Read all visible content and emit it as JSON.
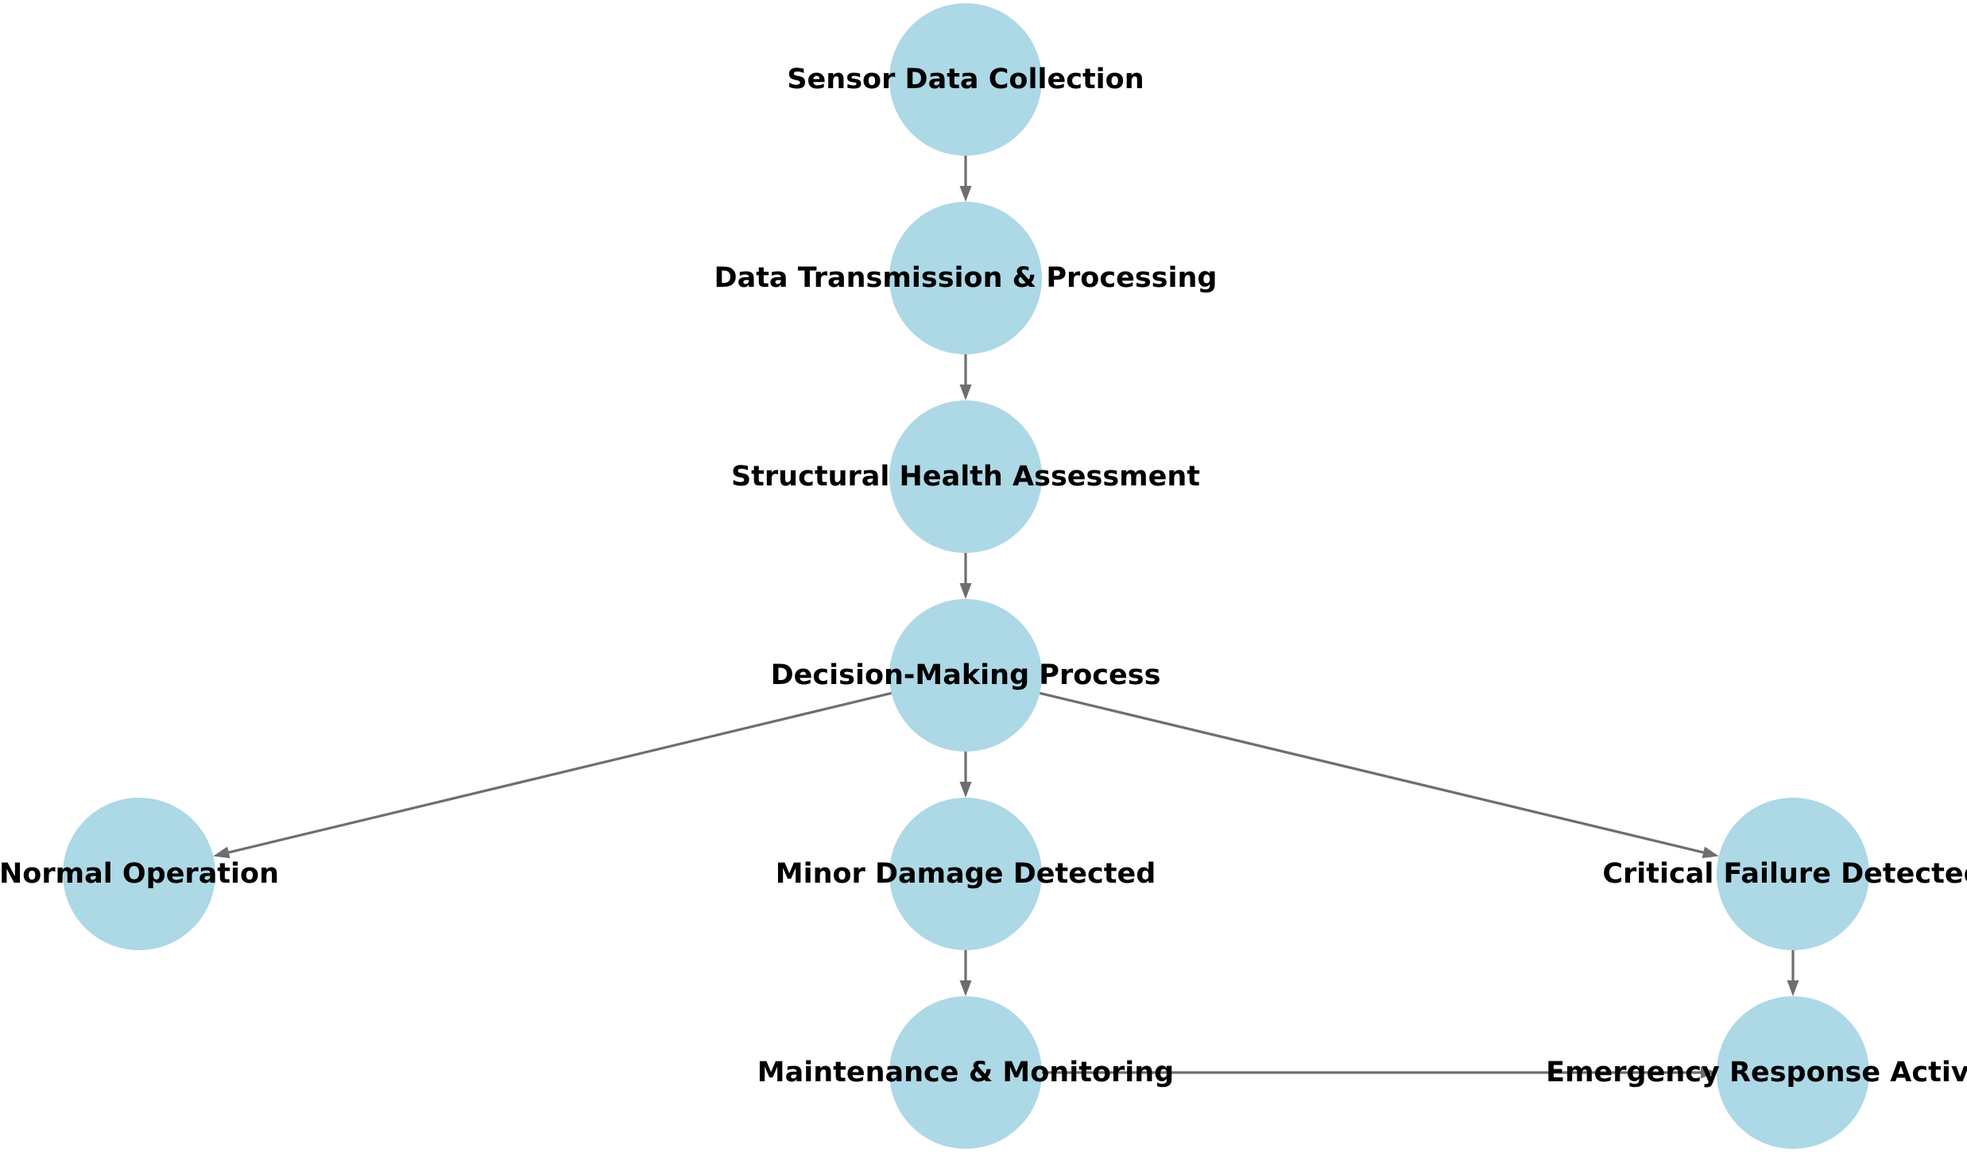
{
  "diagram": {
    "nodes": [
      {
        "id": "sensor",
        "label": "Sensor Data Collection"
      },
      {
        "id": "transmission",
        "label": "Data Transmission & Processing"
      },
      {
        "id": "assessment",
        "label": "Structural Health Assessment"
      },
      {
        "id": "decision",
        "label": "Decision-Making Process"
      },
      {
        "id": "normal",
        "label": "Normal Operation"
      },
      {
        "id": "minor",
        "label": "Minor Damage Detected"
      },
      {
        "id": "critical",
        "label": "Critical Failure Detected"
      },
      {
        "id": "maintenance",
        "label": "Maintenance & Monitoring"
      },
      {
        "id": "emergency",
        "label": "Emergency Response Activated"
      }
    ],
    "edges": [
      {
        "from": "sensor",
        "to": "transmission"
      },
      {
        "from": "transmission",
        "to": "assessment"
      },
      {
        "from": "assessment",
        "to": "decision"
      },
      {
        "from": "decision",
        "to": "normal"
      },
      {
        "from": "decision",
        "to": "minor"
      },
      {
        "from": "decision",
        "to": "critical"
      },
      {
        "from": "minor",
        "to": "maintenance"
      },
      {
        "from": "critical",
        "to": "emergency"
      },
      {
        "from": "maintenance",
        "to": "emergency"
      }
    ],
    "colors": {
      "node_fill": "#add8e6",
      "edge": "#6e6e6e",
      "label": "#000000"
    }
  }
}
